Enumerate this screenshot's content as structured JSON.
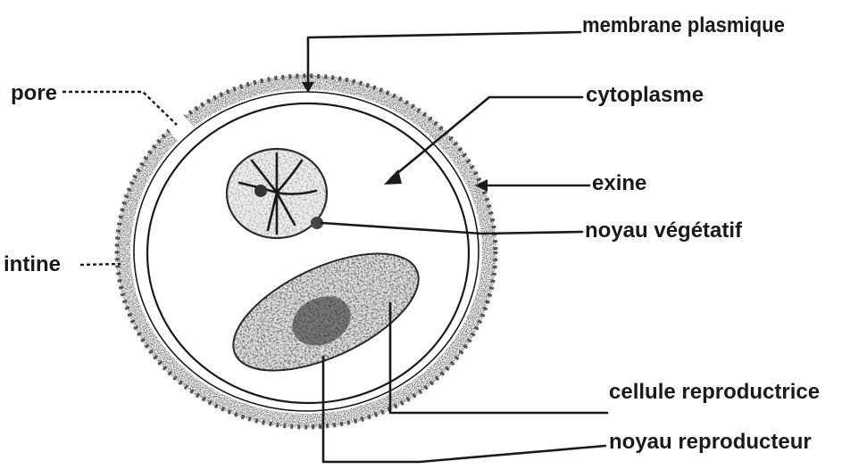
{
  "labels": {
    "membrane": "membrane plasmique",
    "pore": "pore",
    "cytoplasme": "cytoplasme",
    "exine": "exine",
    "noyau_vegetatif": "noyau végétatif",
    "intine": "intine",
    "cellule_reproductrice": "cellule reproductrice",
    "noyau_reproducteur": "noyau reproducteur"
  },
  "colors": {
    "ink": "#1a1a1a",
    "paper": "#ffffff",
    "texture": "#3a3a3a"
  }
}
